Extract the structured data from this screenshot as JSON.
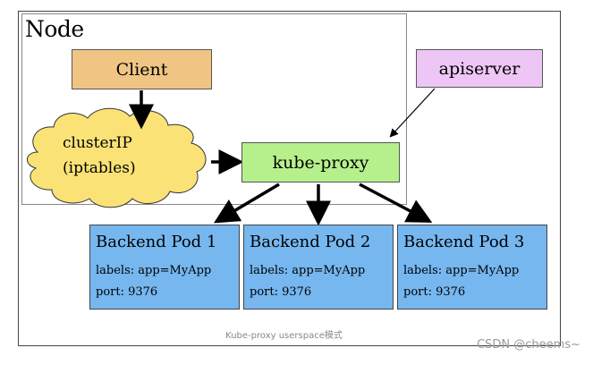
{
  "diagram": {
    "node_label": "Node",
    "client_label": "Client",
    "apiserver_label": "apiserver",
    "cloud_line1": "clusterIP",
    "cloud_line2": "(iptables)",
    "kube_proxy_label": "kube-proxy",
    "pods": [
      {
        "title": "Backend Pod 1",
        "labels": "labels: app=MyApp",
        "port": "port: 9376"
      },
      {
        "title": "Backend Pod 2",
        "labels": "labels: app=MyApp",
        "port": "port: 9376"
      },
      {
        "title": "Backend Pod 3",
        "labels": "labels: app=MyApp",
        "port": "port: 9376"
      }
    ]
  },
  "caption": "Kube-proxy userspace模式",
  "watermark": "CSDN @cheems~",
  "colors": {
    "client": "#f0c583",
    "apiserver": "#eec6f5",
    "cloud": "#fbe277",
    "kube_proxy": "#b6f08c",
    "pod": "#76b7ef"
  }
}
